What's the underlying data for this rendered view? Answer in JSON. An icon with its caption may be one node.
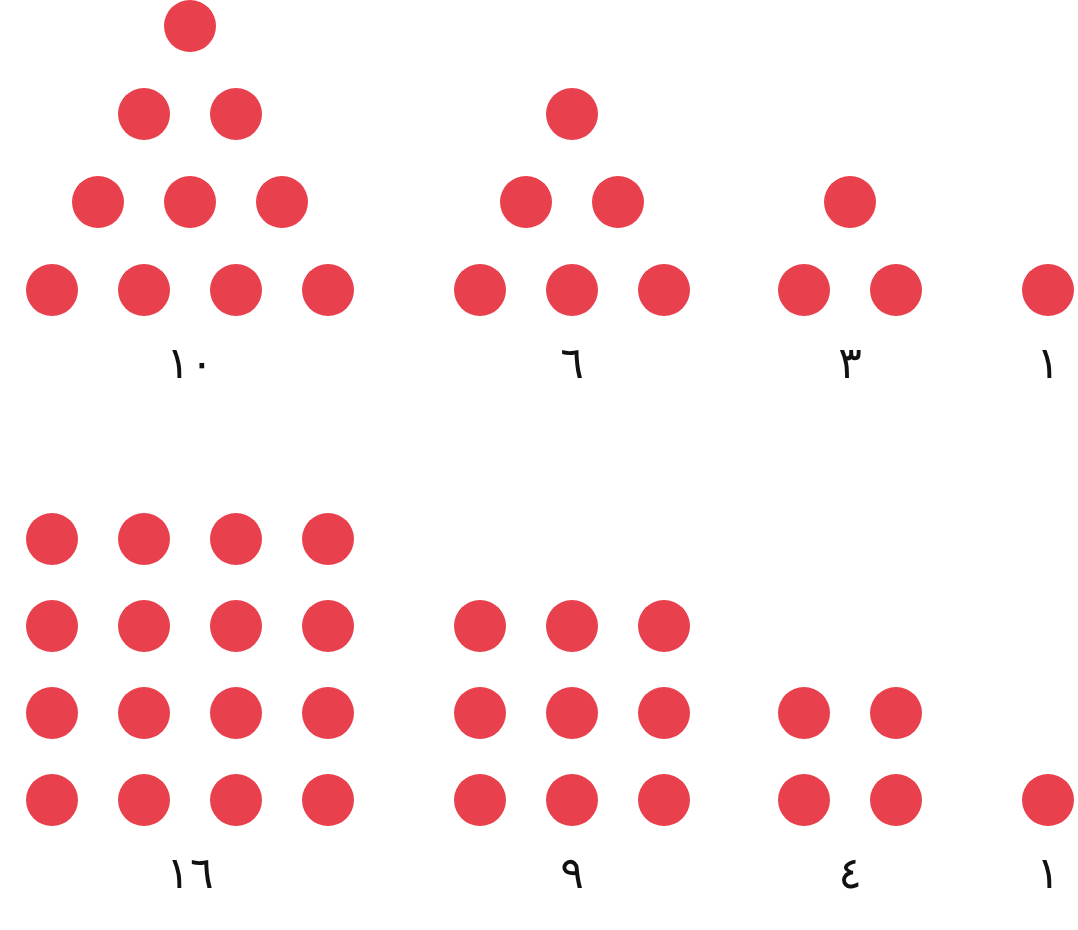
{
  "diagram": {
    "labels": [
      "١٠",
      "٦",
      "٣",
      "١",
      "١٦",
      "٩",
      "٤",
      "١"
    ]
  }
}
